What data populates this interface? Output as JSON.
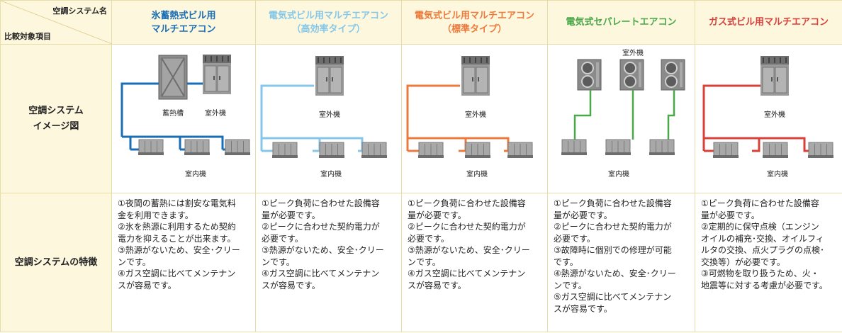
{
  "header": {
    "corner_top": "空調システム名",
    "corner_bottom": "比較対象項目",
    "columns": [
      {
        "line1": "氷蓄熱式ビル用",
        "line2": "マルチエアコン",
        "color": "#1a6eb5"
      },
      {
        "line1": "電気式ビル用マルチエアコン",
        "line2": "（高効率タイプ）",
        "color": "#86c7e8"
      },
      {
        "line1": "電気式ビル用マルチエアコン",
        "line2": "（標準タイプ）",
        "color": "#ec7a3c"
      },
      {
        "line1": "電気式セパレートエアコン",
        "line2": "",
        "color": "#4aa84a"
      },
      {
        "line1": "ガス式ビル用マルチエアコン",
        "line2": "",
        "color": "#d9403a"
      }
    ]
  },
  "rows": {
    "image_label_line1": "空調システム",
    "image_label_line2": "イメージ図",
    "feature_label": "空調システムの特徴"
  },
  "diagram_labels": {
    "ice_tank": "蓄熱槽",
    "outdoor": "室外機",
    "indoor": "室内機"
  },
  "features": [
    [
      "①夜間の蓄熱には割安な電気料",
      "金を利用できます。",
      "②氷を熱源に利用するため契約",
      "電力を抑えることが出来ます。",
      "③熱源がないため、安全･クリー",
      "ンです。",
      "④ガス空調に比べてメンテナン",
      "スが容易です。"
    ],
    [
      "①ピーク負荷に合わせた設備容",
      "量が必要です。",
      "②ピークに合わせた契約電力が",
      "必要です。",
      "③熱源がないため、安全･クリー",
      "ンです。",
      "④ガス空調に比べてメンテナン",
      "スが容易です。"
    ],
    [
      "①ピーク負荷に合わせた設備容",
      "量が必要です。",
      "②ピークに合わせた契約電力が",
      "必要です。",
      "③熱源がないため、安全･クリー",
      "ンです。",
      "④ガス空調に比べてメンテナン",
      "スが容易です。"
    ],
    [
      "①ピーク負荷に合わせた設備容",
      "量が必要です。",
      "②ピークに合わせた契約電力が",
      "必要です。",
      "③故障時に個別での修理が可能",
      "です。",
      "④熱源がないため、安全･クリー",
      "ンです。",
      "⑤ガス空調に比べてメンテナン",
      "スが容易です。"
    ],
    [
      "①ピーク負荷に合わせた設備容",
      "量が必要です。",
      "②定期的に保守点検（エンジン",
      "オイルの補充･交換、オイルフィ",
      "ルタの交換、点火プラグの点検･",
      "交換等）が必要です。",
      "③可燃物を取り扱うため、火・",
      "地震等に対する考慮が必要です。"
    ]
  ]
}
